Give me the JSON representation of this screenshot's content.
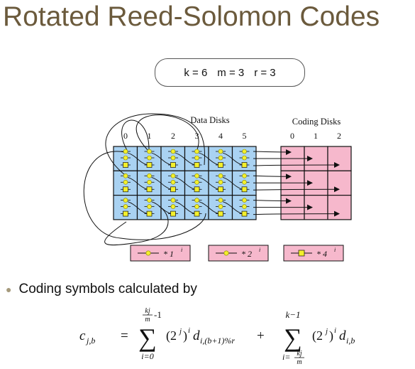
{
  "title": "Rotated Reed-Solomon Codes",
  "params": {
    "k": "k = 6",
    "m": "m = 3",
    "r": "r = 3"
  },
  "diagram": {
    "data_disks_label": "Data Disks",
    "coding_disks_label": "Coding Disks",
    "data_disk_indices": [
      "0",
      "1",
      "2",
      "3",
      "4",
      "5"
    ],
    "coding_disk_indices": [
      "0",
      "1",
      "2"
    ],
    "data_color": "#a9d2f2",
    "coding_color": "#f6b8cc",
    "symbol_color": "#f3ef2c"
  },
  "legend": [
    {
      "label": "* 1",
      "sup": "i"
    },
    {
      "label": "* 2",
      "sup": "i"
    },
    {
      "label": "* 4",
      "sup": "i"
    }
  ],
  "bullet": "Coding symbols calculated by",
  "formula": {
    "lhs": "c",
    "lhs_sub": "j,b",
    "eq": "=",
    "sum": "∑",
    "sum1_upper": "-1",
    "sum1_upper_frac_num": "kj",
    "sum1_upper_frac_den": "m",
    "sum1_lower": "i=0",
    "term": "(2",
    "term_sup": "j",
    "term_close": ")",
    "term_exp": "i",
    "d": "d",
    "term1_sub": "i,(b+1)%r",
    "plus": "+",
    "sum2_upper": "k−1",
    "sum2_lower": "i=",
    "sum2_lower_frac_num": "kj",
    "sum2_lower_frac_den": "m",
    "term2_sub": "i,b"
  }
}
